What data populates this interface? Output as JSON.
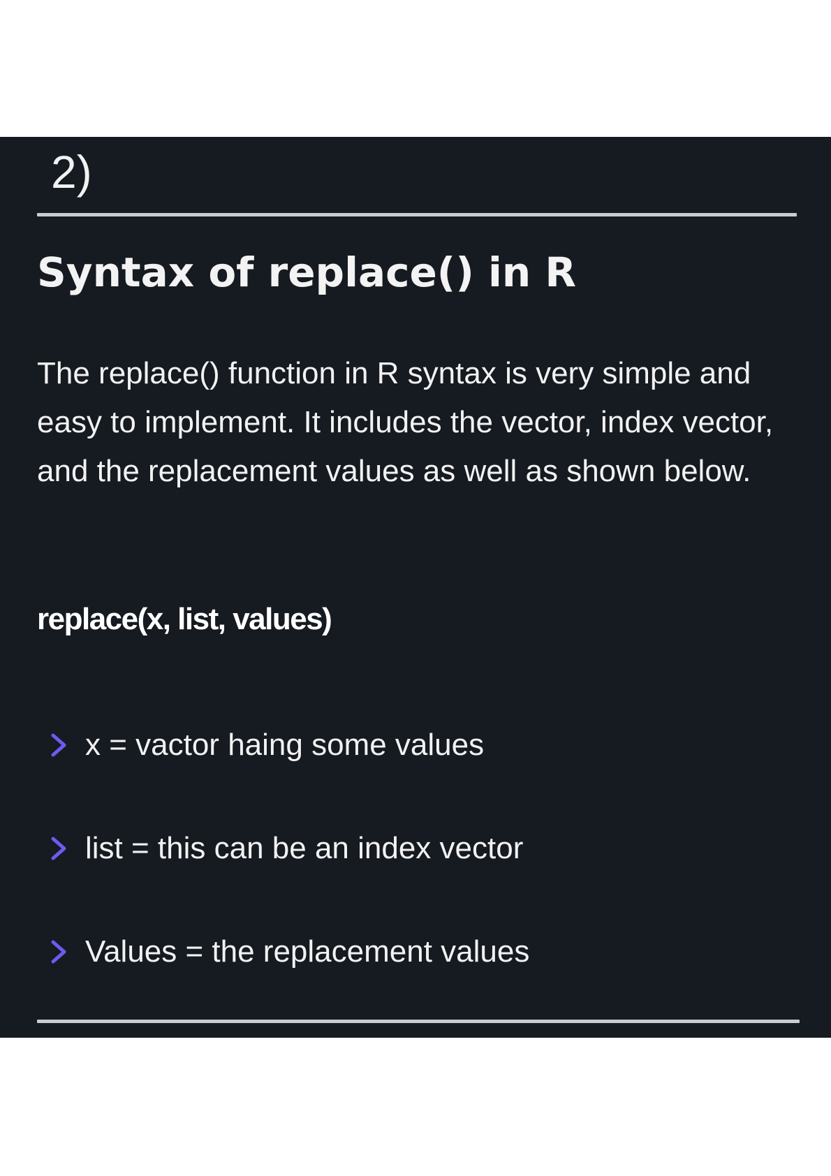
{
  "section_number": "2)",
  "heading": "Syntax of replace() in R",
  "paragraph": "The replace() function in R syntax is very simple and easy to implement. It includes the vector, index vector, and the replacement values as well as shown below.",
  "syntax": "replace(x, list, values)",
  "parameters": [
    {
      "text": "x = vactor haing some values",
      "icon": "chevron-right-icon"
    },
    {
      "text": "list = this can be an index vector",
      "icon": "chevron-right-icon"
    },
    {
      "text": "Values = the replacement values",
      "icon": "chevron-right-icon"
    }
  ],
  "colors": {
    "panel_background": "#161a21",
    "text": "#f2f2f2",
    "chevron_accent": "#6b5cf0",
    "rule": "#c9ccd1"
  }
}
